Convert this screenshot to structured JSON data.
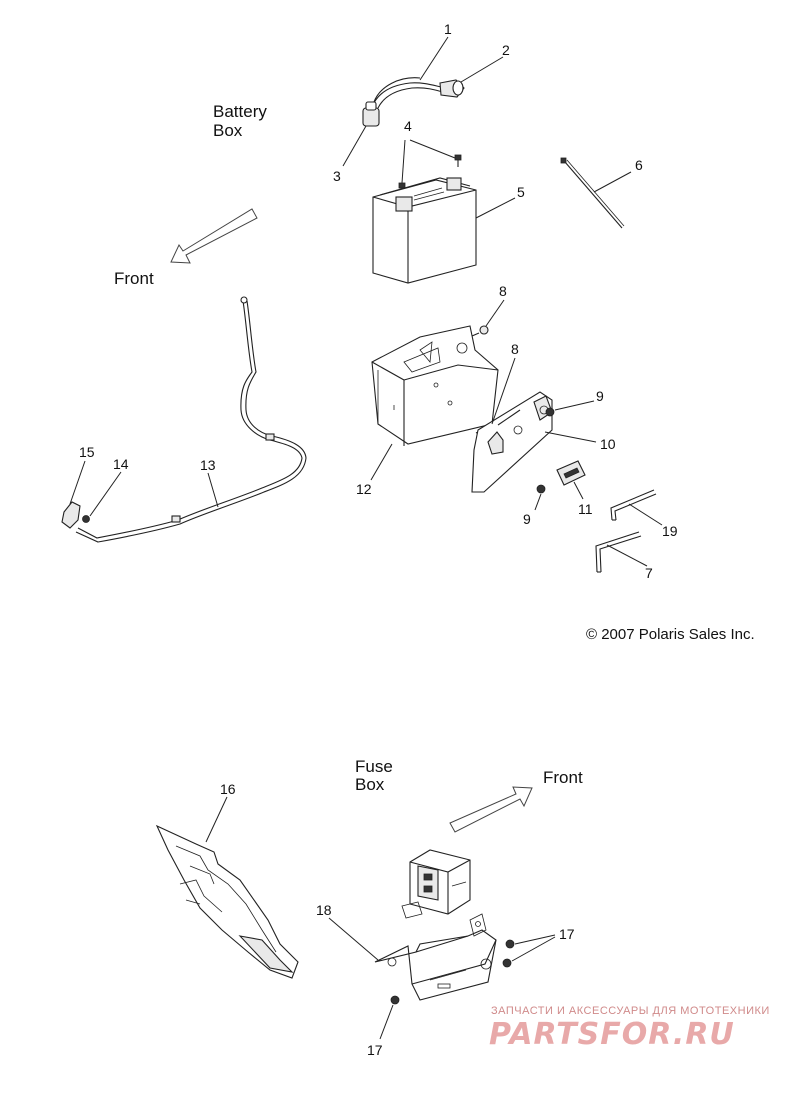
{
  "section_titles": {
    "battery_box": [
      "Battery",
      "Box"
    ],
    "fuse_box": [
      "Fuse",
      "Box"
    ]
  },
  "direction_labels": {
    "front_top": "Front",
    "front_bottom": "Front"
  },
  "copyright": "© 2007 Polaris Sales Inc.",
  "callouts": {
    "c1": "1",
    "c2": "2",
    "c3": "3",
    "c4": "4",
    "c5": "5",
    "c6": "6",
    "c7": "7",
    "c8a": "8",
    "c8b": "8",
    "c9a": "9",
    "c9b": "9",
    "c10": "10",
    "c11": "11",
    "c12": "12",
    "c13": "13",
    "c14": "14",
    "c15": "15",
    "c16": "16",
    "c17a": "17",
    "c17b": "17",
    "c18": "18",
    "c19": "19"
  },
  "watermark": {
    "tagline": "ЗАПЧАСТИ И АКСЕССУАРЫ ДЛЯ МОТОТЕХНИКИ",
    "brand": "PARTSFOR.RU"
  }
}
